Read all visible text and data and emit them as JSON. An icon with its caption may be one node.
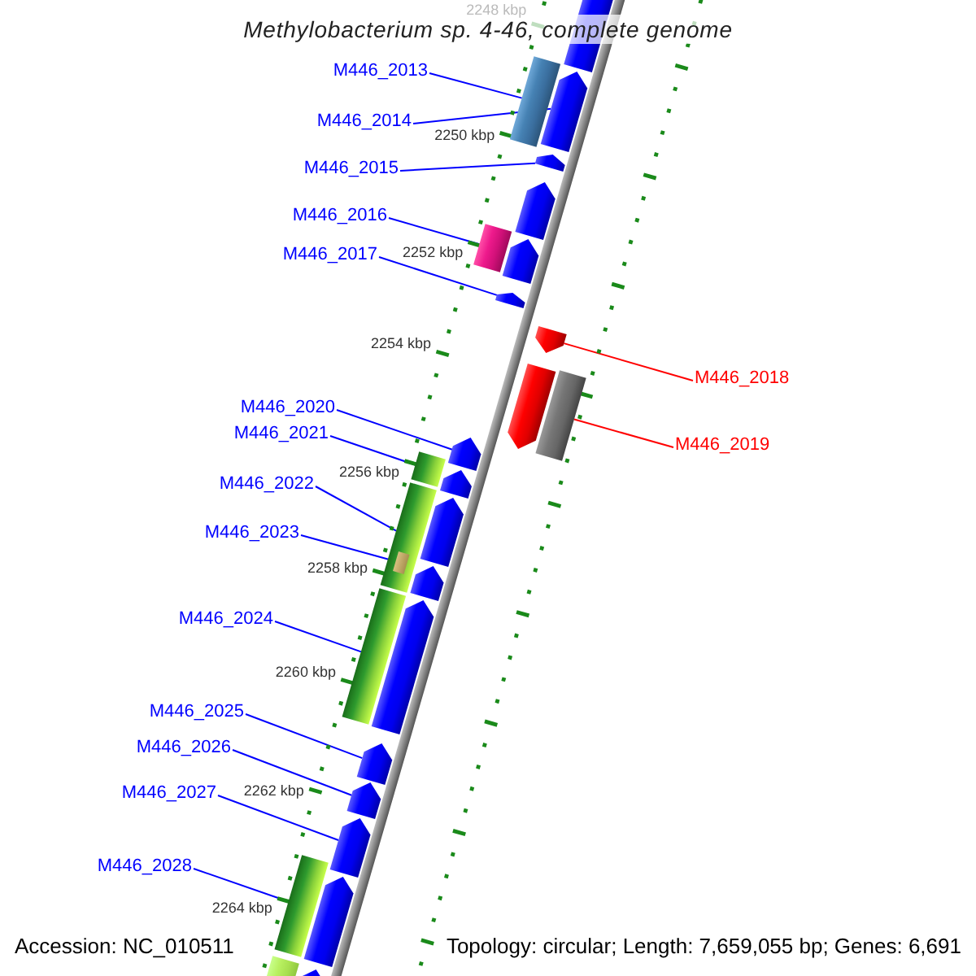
{
  "diagram": {
    "title": "Methylobacterium sp. 4-46, complete genome",
    "nodes": [
      {
        "text": [
          "M446_2013"
        ]
      },
      {
        "text": [
          "M446_2014"
        ]
      },
      {
        "text": [
          "M446_2015"
        ]
      },
      {
        "text": [
          "M446_2016"
        ]
      },
      {
        "text": [
          "M446_2017"
        ]
      },
      {
        "text": [
          "M446_2018"
        ]
      },
      {
        "text": [
          "M446_2019"
        ]
      },
      {
        "text": [
          "M446_2020"
        ]
      },
      {
        "text": [
          "M446_2021"
        ]
      },
      {
        "text": [
          "M446_2022"
        ]
      },
      {
        "text": [
          "M446_2023"
        ]
      },
      {
        "text": [
          "M446_2024"
        ]
      },
      {
        "text": [
          "M446_2025"
        ]
      },
      {
        "text": [
          "M446_2026"
        ]
      },
      {
        "text": [
          "M446_2027"
        ]
      },
      {
        "text": [
          "M446_2028"
        ]
      },
      {
        "text": [],
        "shape": "arrow"
      },
      {
        "text": [],
        "shape": "bar"
      },
      {
        "text": [],
        "shape": "arrow"
      },
      {
        "text": [],
        "shape": "arrow"
      },
      {
        "text": [],
        "shape": "arrow"
      },
      {
        "text": [],
        "shape": "bar"
      },
      {
        "text": [],
        "shape": "arrow"
      },
      {
        "text": [],
        "shape": "arrow"
      },
      {
        "text": [],
        "shape": "arrow"
      },
      {
        "text": [],
        "shape": "arrow"
      },
      {
        "text": [],
        "shape": "bar"
      },
      {
        "text": [],
        "shape": "arrow"
      },
      {
        "text": [],
        "shape": "bar"
      },
      {
        "text": [],
        "shape": "arrow"
      },
      {
        "text": [],
        "shape": "bar"
      },
      {
        "text": [],
        "shape": "arrow"
      },
      {
        "text": [],
        "shape": "box",
        "in": 30
      },
      {
        "text": [],
        "shape": "arrow"
      },
      {
        "text": [],
        "shape": "bar"
      },
      {
        "text": [],
        "shape": "arrow"
      },
      {
        "text": [],
        "shape": "arrow"
      },
      {
        "text": [],
        "shape": "arrow"
      },
      {
        "text": [],
        "shape": "arrow"
      },
      {
        "text": [],
        "shape": "bar"
      },
      {
        "text": [],
        "shape": "arrow"
      },
      {
        "text": [],
        "shape": "bar"
      },
      {
        "text": [],
        "shape": "arrow"
      }
    ],
    "edges": [
      {
        "from": 0,
        "to": 17,
        "arrow": "none"
      },
      {
        "from": 1,
        "to": 18,
        "arrow": "none"
      },
      {
        "from": 2,
        "to": 19,
        "arrow": "none"
      },
      {
        "from": 3,
        "to": 21,
        "arrow": "none"
      },
      {
        "from": 4,
        "to": 23,
        "arrow": "none"
      },
      {
        "from": 5,
        "to": 24,
        "arrow": "none",
        "color": "#ff0000"
      },
      {
        "from": 6,
        "to": 26,
        "arrow": "none",
        "color": "#ff0000"
      },
      {
        "from": 7,
        "to": 27,
        "arrow": "none"
      },
      {
        "from": 8,
        "to": 28,
        "arrow": "none"
      },
      {
        "from": 9,
        "to": 30,
        "arrow": "none"
      },
      {
        "from": 10,
        "to": 32,
        "arrow": "none"
      },
      {
        "from": 11,
        "to": 34,
        "arrow": "none"
      },
      {
        "from": 12,
        "to": 36,
        "arrow": "none"
      },
      {
        "from": 13,
        "to": 37,
        "arrow": "none"
      },
      {
        "from": 14,
        "to": 38,
        "arrow": "none"
      },
      {
        "from": 15,
        "to": 39,
        "arrow": "none"
      }
    ],
    "labels": [
      "2248 kbp",
      "2250 kbp",
      "2252 kbp",
      "2254 kbp",
      "2256 kbp",
      "2258 kbp",
      "2260 kbp",
      "2262 kbp",
      "2264 kbp",
      "Accession: NC_010511",
      "Topology: circular; Length: 7,659,055 bp; Genes: 6,691"
    ]
  }
}
